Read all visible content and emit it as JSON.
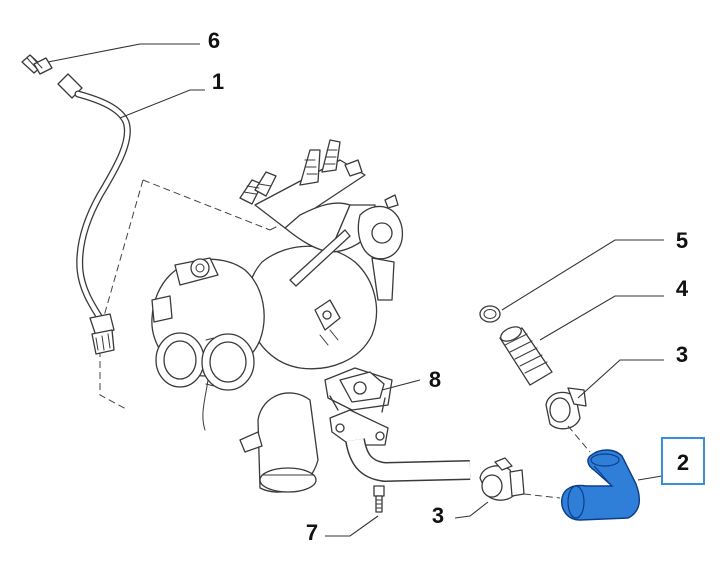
{
  "diagram": {
    "callouts": [
      {
        "id": "c6",
        "label": "6"
      },
      {
        "id": "c1",
        "label": "1"
      },
      {
        "id": "c5",
        "label": "5"
      },
      {
        "id": "c4",
        "label": "4"
      },
      {
        "id": "c3a",
        "label": "3"
      },
      {
        "id": "c8",
        "label": "8"
      },
      {
        "id": "c2",
        "label": "2",
        "highlighted": true
      },
      {
        "id": "c3b",
        "label": "3"
      },
      {
        "id": "c7",
        "label": "7"
      }
    ],
    "colors": {
      "highlight_part": "#2f7fd9",
      "highlight_frame": "#3a8fd6",
      "line": "#3a3a3a"
    }
  }
}
